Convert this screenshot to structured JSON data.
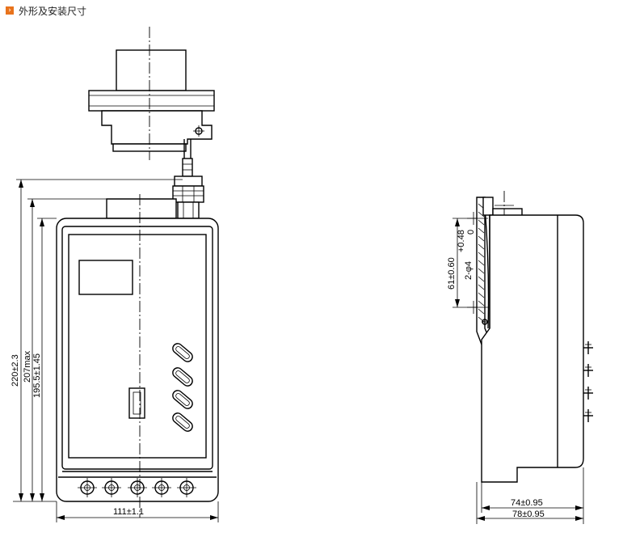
{
  "header": {
    "title": "外形及安装尺寸",
    "bullet_color": "#e8731c",
    "bullet_icon": "arrow-right-icon"
  },
  "front_view": {
    "dimensions": {
      "height_overall": "220±2.3",
      "height_max": "207max",
      "height_body": "195.5±1.45",
      "width": "111±1.1"
    }
  },
  "side_view": {
    "dimensions": {
      "hole_spacing": "61±0.60",
      "hole_tolerance": "+0.48\n0",
      "hole_diameter": "2-φ4",
      "depth_body": "74±0.95",
      "depth_overall": "78±0.95"
    }
  }
}
